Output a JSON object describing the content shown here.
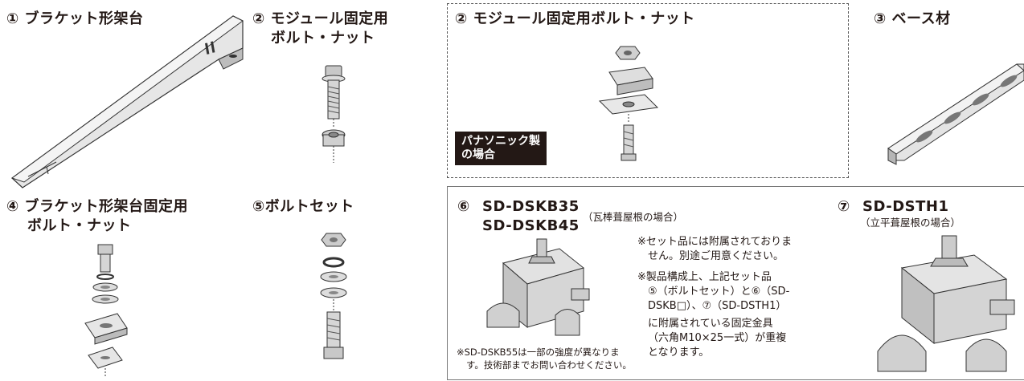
{
  "items": {
    "bracket": {
      "title": "① ブラケット形架台"
    },
    "module_bolt": {
      "title_line1": "② モジュール固定用",
      "title_line2": "ボルト・ナット"
    },
    "panasonic_bolt": {
      "title": "② モジュール固定用ボルト・ナット",
      "badge_line1": "パナソニック製",
      "badge_line2": "の場合"
    },
    "base": {
      "title": "③ ベース材"
    },
    "bracket_bolt": {
      "title_line1": "④ ブラケット形架台固定用",
      "title_line2": "ボルト・ナット"
    },
    "bolt_set": {
      "title": "⑤ボルトセット"
    },
    "sd_dskb": {
      "num": "⑥",
      "model1": "SD-DSKB35",
      "model2": "SD-DSKB45",
      "roof": "（瓦棒葺屋根の場合）",
      "note1_line1": "※セット品には附属されておりま",
      "note1_line2": "せん。別途ご用意ください。",
      "note2_line1": "※製品構成上、上記セット品",
      "note2_line2": "⑤（ボルトセット）と⑥（SD-",
      "note2_line3": "DSKB□）、⑦（SD-DSTH1）",
      "note2_line4": "に附属されている固定金具",
      "note2_line5": "（六角M10×25一式）が重複",
      "note2_line6": "となります。",
      "bottom_line1": "※SD-DSKB55は一部の強度が異なりま",
      "bottom_line2": "す。技術部までお問い合わせください。"
    },
    "sd_dsth": {
      "num": "⑦",
      "model": "SD-DSTH1",
      "roof": "（立平葺屋根の場合）"
    }
  },
  "colors": {
    "ink": "#231815",
    "metal": "#d4d4d4",
    "metal_dark": "#8c8c8c",
    "border": "#555555"
  }
}
